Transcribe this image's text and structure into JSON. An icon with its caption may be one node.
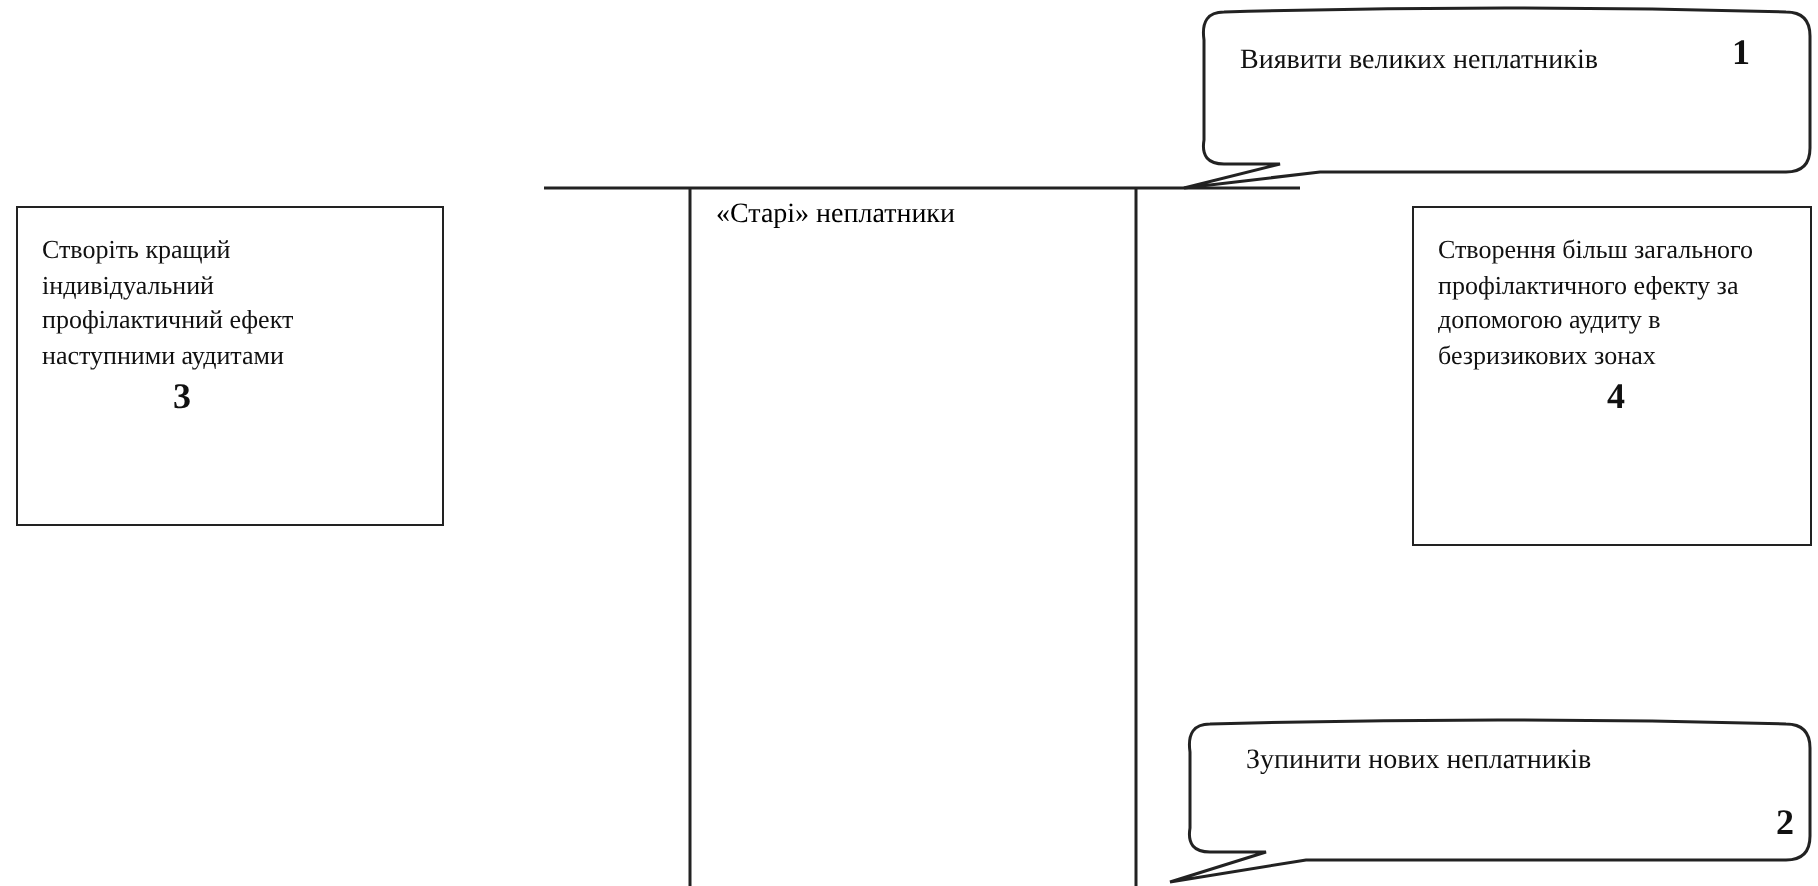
{
  "diagram": {
    "nodes": [
      {
        "text": [
          "Виявити великих неплатників",
          "1"
        ]
      },
      {
        "text": [
          "Створіть кращий індивідуальний профілактичний ефект наступними аудитами",
          "3"
        ]
      },
      {
        "text": [
          "Створення більш загального профілактичного ефекту за допомогою аудиту в безризикових зонах",
          "4"
        ]
      },
      {
        "text": [
          "Зупинити нових неплатників",
          "2"
        ]
      }
    ],
    "labels": [
      "«Старі» неплатники"
    ]
  }
}
